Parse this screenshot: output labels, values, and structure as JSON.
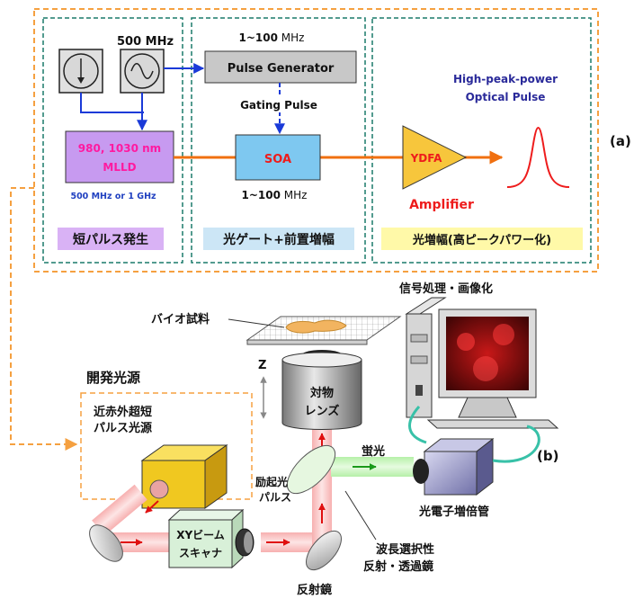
{
  "panel_a": {
    "freq_label": "500 MHz",
    "mlld_line1": "980, 1030 nm",
    "mlld_line2": "MLLD",
    "mlld_rate": "500 MHz or 1 GHz",
    "pg_range_prefix": "1~100",
    "pg_range_unit": " MHz",
    "pulse_generator": "Pulse Generator",
    "gating_pulse": "Gating Pulse",
    "soa": "SOA",
    "soa_range_prefix": "1~100",
    "soa_range_unit": " MHz",
    "ydfa": "YDFA",
    "amplifier": "Amplifier",
    "hp_line1": "High-peak-power",
    "hp_line2": "Optical Pulse",
    "section1": "短パルス発生",
    "section2": "光ゲート+前置増幅",
    "section3": "光増幅(高ピークパワー化)",
    "panel_label": "(a)"
  },
  "panel_b": {
    "panel_label": "(b)",
    "sample": "バイオ試料",
    "signal_processing": "信号処理・画像化",
    "z": "Z",
    "objective_line1": "対物",
    "objective_line2": "レンズ",
    "dev_source_title": "開発光源",
    "source_line1": "近赤外超短",
    "source_line2": "パルス光源",
    "fluorescence": "蛍光",
    "excitation_line1": "励起光",
    "excitation_line2": "パルス",
    "pmt": "光電子増倍管",
    "scanner_line1": "XYビーム",
    "scanner_line2": "スキャナ",
    "dichroic_line1": "波長選択性",
    "dichroic_line2": "反射・透過鏡",
    "mirror": "反射鏡"
  },
  "colors": {
    "orange_dash": "#f5a040",
    "teal_dash": "#1a7a6a",
    "mlld_fill": "#c79af0",
    "mlld_text": "#ff1aa0",
    "blue_arrow": "#1a3ad8",
    "orange_beam": "#f07010",
    "soa_fill": "#7ec8f0",
    "ydfa_fill": "#f7c63c",
    "red": "#ee1c1c",
    "navy": "#2a2a9a",
    "label_yellow": "#fff9a8",
    "label_blue": "#cce6f6",
    "label_purple": "#d9b2f5"
  },
  "icons": [
    "dc-source-icon",
    "sine-source-icon",
    "gaussian-pulse-icon",
    "computer-icon",
    "photomultiplier-icon",
    "laser-source-icon",
    "objective-lens-icon",
    "mirror-icon"
  ]
}
